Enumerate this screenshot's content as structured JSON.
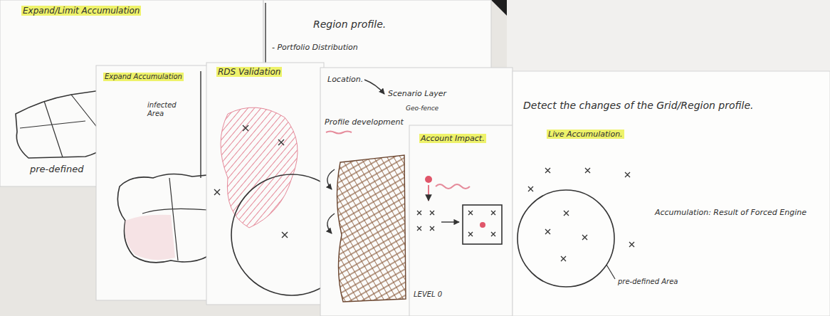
{
  "diagram": {
    "nodes": [
      {
        "text": [
          "Expand/Limit Accumulation",
          "pre-defined"
        ]
      },
      {
        "text": [
          "Region profile.",
          "- Portfolio Distribution"
        ]
      },
      {
        "text": [
          "Expand Accumulation",
          "infected Area"
        ]
      },
      {
        "text": [
          "RDS Validation"
        ]
      },
      {
        "text": [
          "Location.",
          "Scenario Layer",
          "Geo-fence",
          "Profile development"
        ]
      },
      {
        "text": [
          "Account Impact.",
          "LEVEL 0"
        ]
      },
      {
        "text": [
          "Detect the changes of the Grid/Region profile.",
          "Live Accumulation.",
          "Accumulation: Result of Forced Engine",
          "pre-defined Area"
        ]
      }
    ]
  }
}
